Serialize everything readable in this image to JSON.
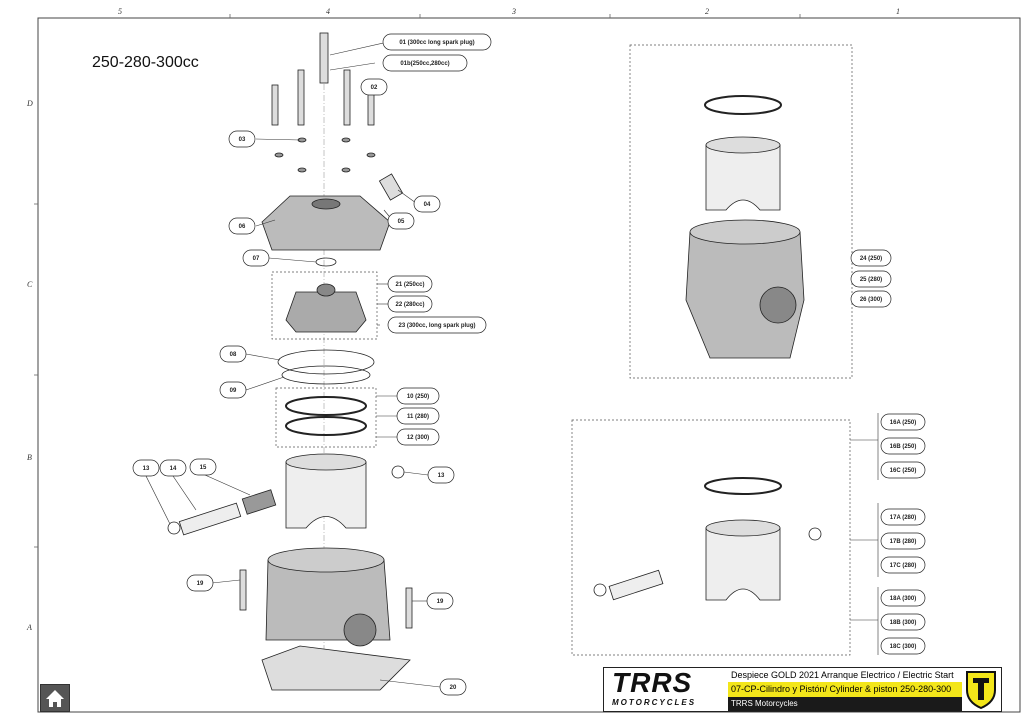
{
  "title": "250-280-300cc",
  "ruler": {
    "cols": [
      "5",
      "4",
      "3",
      "2",
      "1"
    ],
    "rows": [
      "D",
      "C",
      "B",
      "A"
    ]
  },
  "labels": {
    "l01": "01 (300cc long spark plug)",
    "l01b": "01b(250cc,280cc)",
    "l02": "02",
    "l03": "03",
    "l04": "04",
    "l05": "05",
    "l06": "06",
    "l07": "07",
    "l21": "21 (250cc)",
    "l22": "22 (280cc)",
    "l23": "23 (300cc, long spark plug)",
    "l08": "08",
    "l09": "09",
    "l10": "10 (250)",
    "l11": "11 (280)",
    "l12": "12 (300)",
    "l13a": "13",
    "l14": "14",
    "l15": "15",
    "l13b": "13",
    "l19a": "19",
    "l19b": "19",
    "l20": "20",
    "l24": "24 (250)",
    "l25": "25 (280)",
    "l26": "26 (300)",
    "l16a": "16A (250)",
    "l16b": "16B (250)",
    "l16c": "16C (250)",
    "l17a": "17A (280)",
    "l17b": "17B (280)",
    "l17c": "17C (280)",
    "l18a": "18A (300)",
    "l18b": "18B (300)",
    "l18c": "18C (300)"
  },
  "titleblock": {
    "logo": "TRRS",
    "logo_sub": "MOTORCYCLES",
    "line1": "Despiece GOLD 2021 Arranque Electrico / Electric Start",
    "line2": "07-CP-Cilindro y Pistón/ Cylinder & piston 250-280-300",
    "line3": "TRRS Motorcycles"
  },
  "colors": {
    "yellow": "#f3e61a",
    "black": "#1a1a1a"
  },
  "icons": {
    "home": "home-icon"
  }
}
